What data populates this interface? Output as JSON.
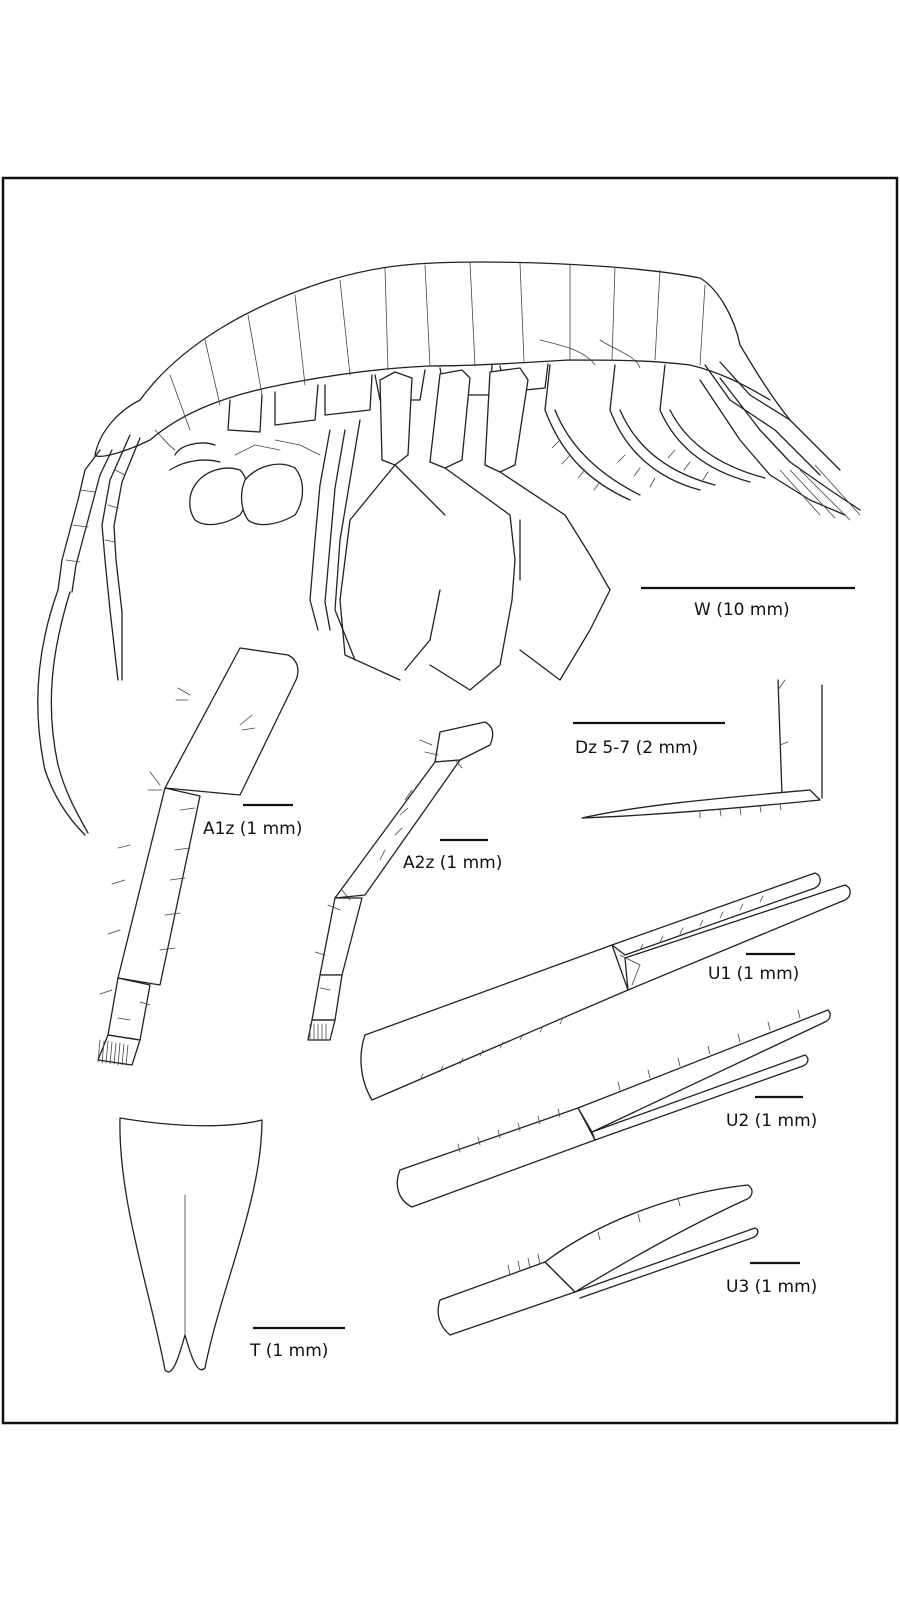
{
  "scale_bars": {
    "W": {
      "label": "W (10 mm)"
    },
    "Dz": {
      "label": "Dz 5-7 (2 mm)"
    },
    "A1z": {
      "label": "A1z (1 mm)"
    },
    "A2z": {
      "label": "A2z (1 mm)"
    },
    "U1": {
      "label": "U1 (1 mm)"
    },
    "U2": {
      "label": "U2 (1 mm)"
    },
    "U3": {
      "label": "U3 (1 mm)"
    },
    "T": {
      "label": "T (1 mm)"
    }
  },
  "colors": {
    "ink": "#222222",
    "paper": "#ffffff",
    "frame": "#111111"
  }
}
